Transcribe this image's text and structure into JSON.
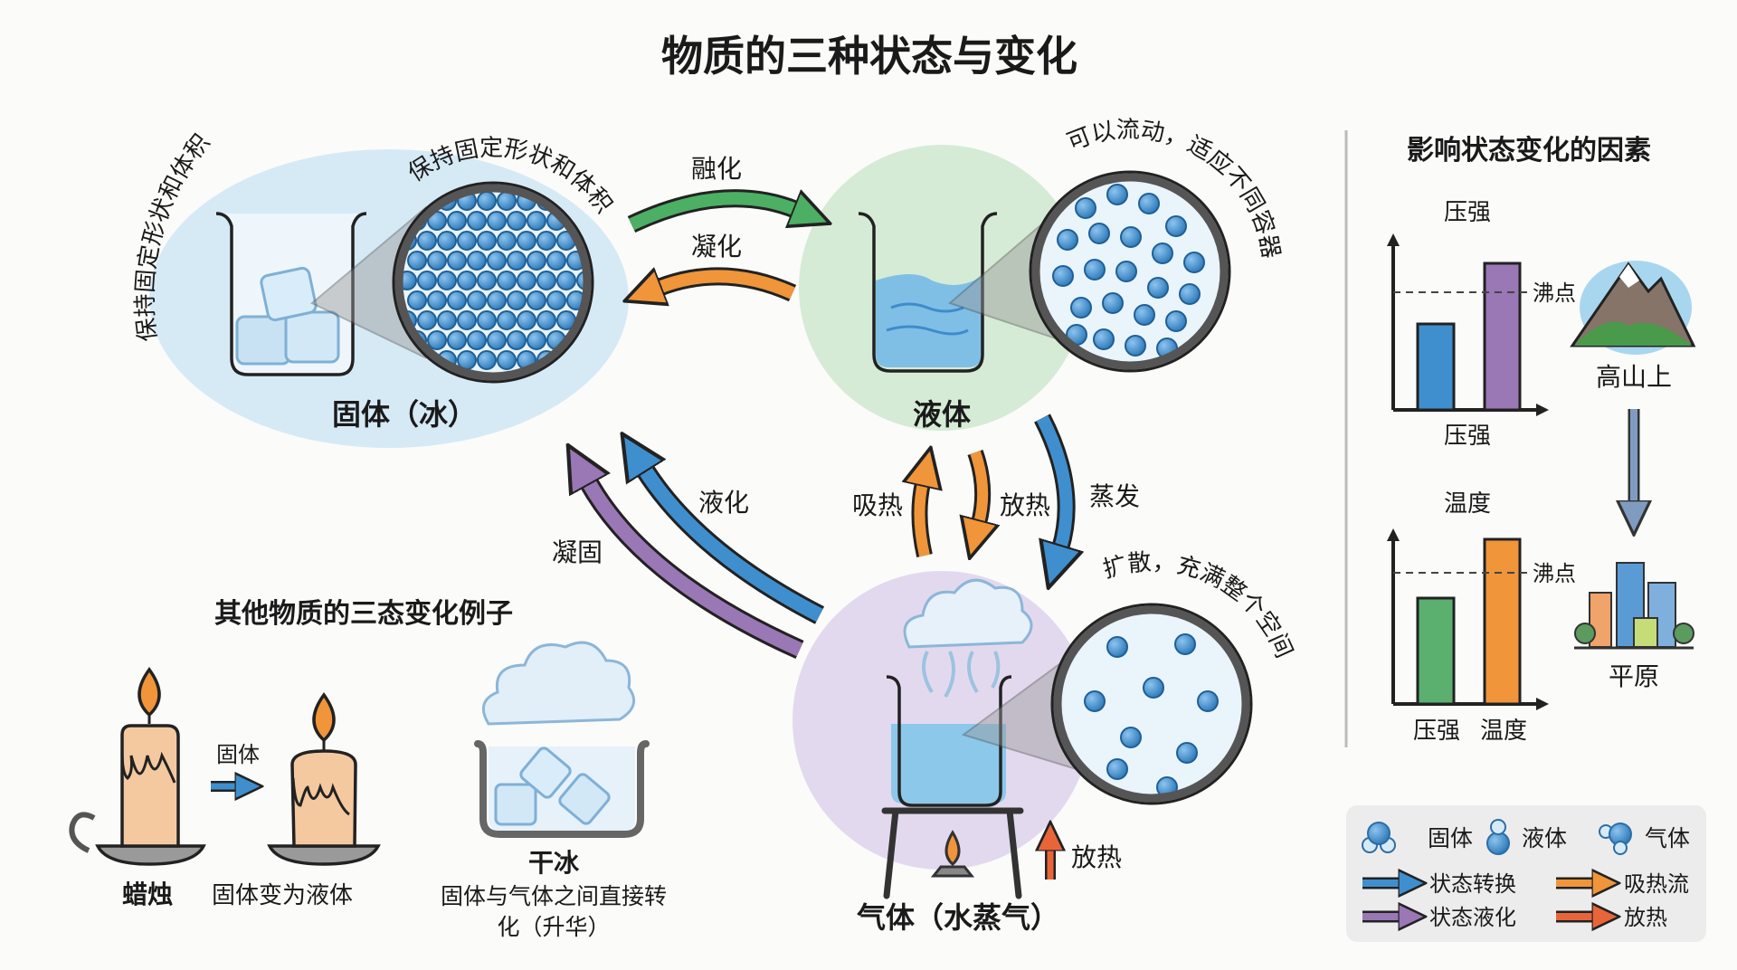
{
  "title": "物质的三种状态与变化",
  "states": {
    "solid": {
      "label": "固体（冰）",
      "arc_note": "保持固定形状和体积",
      "side_note": "保持固定形状和体积"
    },
    "liquid": {
      "label": "液体",
      "arc_note": "可以流动，适应不同容器"
    },
    "gas": {
      "label": "气体（水蒸气）",
      "arc_note": "扩散，充满整个空间"
    }
  },
  "transitions": {
    "melt": "融化",
    "freeze": "凝化",
    "liquefy": "液化",
    "solidify": "凝固",
    "absorb_heat": "吸热",
    "release_heat": "放热",
    "evaporate": "蒸发",
    "release_heat_bottom": "放热"
  },
  "examples": {
    "heading": "其他物质的三态变化例子",
    "candle_arrow": "固体",
    "candle_label": "蜡烛",
    "candle_desc": "固体变为液体",
    "dryice_label": "干冰",
    "dryice_desc_1": "固体与气体之间直接转",
    "dryice_desc_2": "化（升华）"
  },
  "factors": {
    "heading": "影响状态变化的因素",
    "pressure_title": "压强",
    "pressure_xlabel": "压强",
    "boiling_point_1": "沸点",
    "mountain_label": "高山上",
    "temperature_title": "温度",
    "boiling_point_2": "沸点",
    "plain_label": "平原",
    "x_label_pressure": "压强",
    "x_label_temperature": "温度"
  },
  "legend": {
    "solid": "固体",
    "liquid": "液体",
    "gas": "气体",
    "state_change": "状态转换",
    "heat_absorb_flow": "吸热流",
    "state_liquefy": "状态液化",
    "heat_release": "放热"
  },
  "colors": {
    "molecule": "#3d8ccc",
    "green": "#4caf63",
    "orange": "#f0953a",
    "blue": "#3f8fce",
    "purple": "#9a77b5",
    "red_orange": "#e8653a"
  }
}
